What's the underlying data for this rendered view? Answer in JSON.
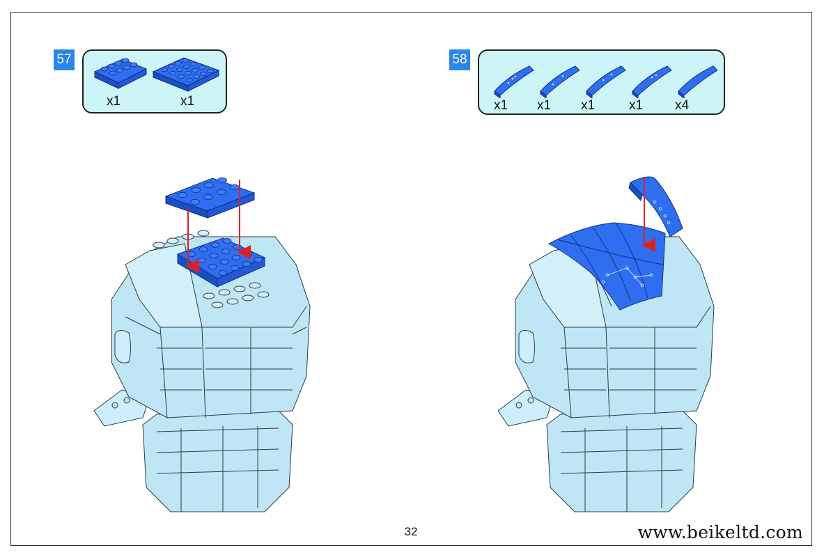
{
  "steps": [
    {
      "number": "57",
      "parts": [
        {
          "name": "plate-2x4",
          "qty": "x1"
        },
        {
          "name": "plate-4x4",
          "qty": "x1"
        }
      ]
    },
    {
      "number": "58",
      "parts": [
        {
          "name": "curved-slope-printed-a",
          "qty": "x1"
        },
        {
          "name": "curved-slope-printed-b",
          "qty": "x1"
        },
        {
          "name": "curved-slope-printed-c",
          "qty": "x1"
        },
        {
          "name": "curved-slope-printed-d",
          "qty": "x1"
        },
        {
          "name": "curved-slope-plain",
          "qty": "x4"
        }
      ]
    }
  ],
  "footer": {
    "page_number": "32",
    "website": "www.beikeltd.com"
  },
  "colors": {
    "brick_blue": "#1f5fe0",
    "model_light_blue": "#bfe6f5",
    "parts_box_bg": "#cdf5f8",
    "step_badge": "#2a86e8",
    "arrow_red": "#e02020"
  }
}
